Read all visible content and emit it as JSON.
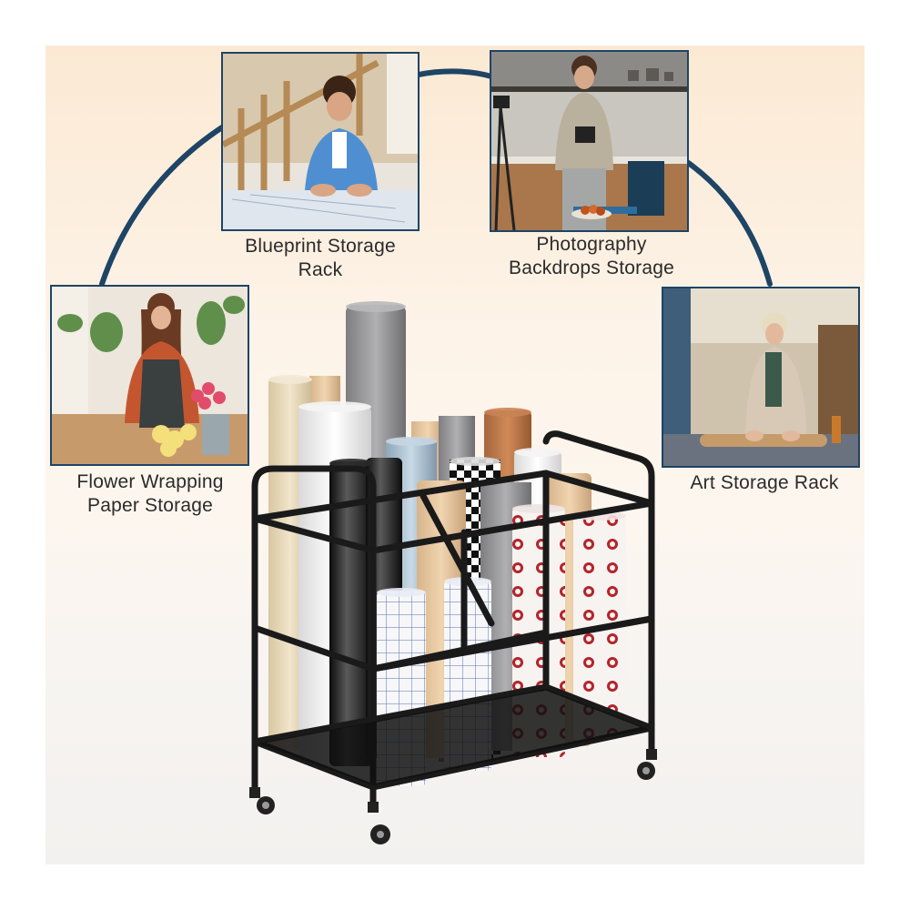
{
  "captions": {
    "blueprint": [
      "Blueprint Storage",
      "Rack"
    ],
    "photography": [
      "Photography",
      "Backdrops Storage"
    ],
    "flower": [
      "Flower Wrapping",
      "Paper Storage"
    ],
    "art": "Art Storage Rack"
  },
  "photos": {
    "blueprint": "blueprint-photo",
    "photography": "photography-photo",
    "flower": "flower-photo",
    "art": "art-photo"
  },
  "colors": {
    "frame_border": "#1e4466",
    "arc": "#1e4466",
    "rack_metal": "#1a1a1a",
    "background_top": "#fbe9d3"
  },
  "product": "rolling-paper-roll-storage-rack"
}
